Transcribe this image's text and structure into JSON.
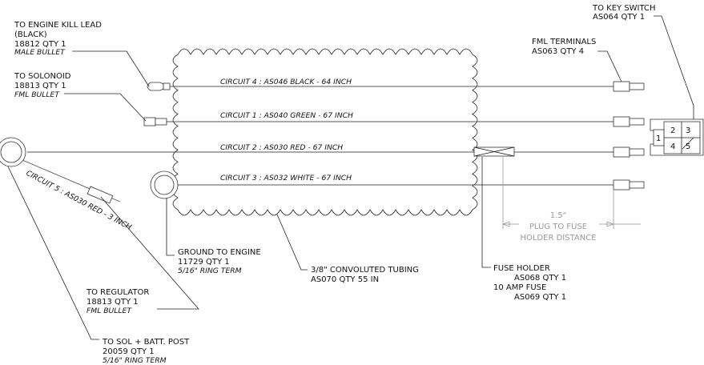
{
  "callouts": {
    "kill_lead": {
      "title": "TO ENGINE KILL LEAD",
      "sub": "(BLACK)",
      "qty": "18812 QTY 1",
      "note": "MALE BULLET"
    },
    "solenoid": {
      "title": "TO SOLONOID",
      "qty": "18813 QTY 1",
      "note": "FML BULLET"
    },
    "key_switch": {
      "title": "TO KEY SWITCH",
      "qty": "AS064 QTY 1"
    },
    "fml_terms": {
      "title": "FML TERMINALS",
      "qty": "AS063 QTY 4"
    },
    "ground": {
      "title": "GROUND TO ENGINE",
      "qty": "11729 QTY 1",
      "note": "5/16\" RING TERM"
    },
    "tubing": {
      "title": "3/8\" CONVOLUTED TUBING",
      "qty": "AS070 QTY 55 IN"
    },
    "fuse": {
      "title": "FUSE HOLDER",
      "qty": "AS068 QTY 1",
      "title2": "10 AMP FUSE",
      "qty2": "AS069 QTY 1"
    },
    "regulator": {
      "title": "TO REGULATOR",
      "qty": "18813 QTY 1",
      "note": "FML BULLET"
    },
    "sol_batt": {
      "title": "TO SOL + BATT. POST",
      "qty": "20059 QTY 1",
      "note": "5/16\" RING TERM"
    }
  },
  "circuits": {
    "c4": "CIRCUIT 4 : AS046 BLACK - 64 INCH",
    "c1": "CIRCUIT 1 : AS040 GREEN - 67 INCH",
    "c2": "CIRCUIT 2 : AS030 RED - 67 INCH",
    "c3": "CIRCUIT 3 : AS032 WHITE - 67 INCH",
    "c5": "CIRCUIT 5 : AS030 RED - 3 INCH"
  },
  "dimension": {
    "value": "1.5\"",
    "line1": "PLUG TO FUSE",
    "line2": "HOLDER DISTANCE"
  },
  "connector_pins": {
    "p1": "1",
    "p2": "2",
    "p3": "3",
    "p4": "4",
    "p5": "5"
  }
}
